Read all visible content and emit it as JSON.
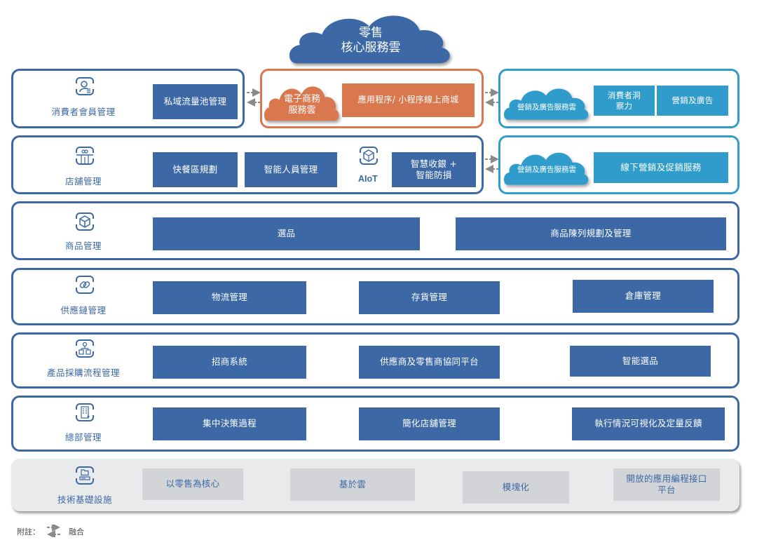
{
  "core_cloud": {
    "line1": "零售",
    "line2": "核心服務雲"
  },
  "rows": {
    "consumer": {
      "label": "消費者會員管理",
      "icon": "user-list-icon",
      "boxes": [
        "私域流量池管理"
      ]
    },
    "ecommerce": {
      "cloud_line1": "電子商務",
      "cloud_line2": "服務雲",
      "boxes": [
        "應用程序/ 小程序線上商城"
      ]
    },
    "marketing_top": {
      "cloud": "營銷及廣告服務雲",
      "boxes": [
        "消費者洞\n察力",
        "營銷及廣告"
      ],
      "box1_line1": "消費者洞",
      "box1_line2": "察力"
    },
    "store": {
      "label": "店舖管理",
      "icon": "storefront-icon",
      "boxes": [
        "快餐區規劃",
        "智能人員管理"
      ],
      "aiot_label": "AIoT",
      "aiot_icon": "iot-cube-icon",
      "smart_line1": "智慧收銀 +",
      "smart_line2": "智能防損"
    },
    "marketing_bottom": {
      "cloud": "營銷及廣告服務雲",
      "boxes": [
        "線下營銷及促銷服務"
      ]
    },
    "product": {
      "label": "商品管理",
      "icon": "cube-icon",
      "boxes": [
        "選品",
        "商品陳列規劃及管理"
      ]
    },
    "supply": {
      "label": "供應鏈管理",
      "icon": "link-icon",
      "boxes": [
        "物流管理",
        "存貨管理",
        "倉庫管理"
      ]
    },
    "procurement": {
      "label": "產品採購流程管理",
      "icon": "org-chart-icon",
      "boxes": [
        "招商系統",
        "供應商及零售商協同平台",
        "智能選品"
      ]
    },
    "hq": {
      "label": "總部管理",
      "icon": "building-icon",
      "boxes": [
        "集中決策過程",
        "簡化店舖管理",
        "執行情況可視化及定量反饋"
      ]
    },
    "infra": {
      "label": "技術基礎設施",
      "icon": "server-folder-icon",
      "boxes": [
        "以零售為核心",
        "基於雲",
        "模塊化"
      ],
      "api_line1": "開放的應用編程接口",
      "api_line2": "平台"
    }
  },
  "legend": {
    "prefix": "附註：",
    "icon": "bidirectional-dashed-arrows-icon",
    "label": "融合"
  },
  "colors": {
    "blue": "#3c68a5",
    "orange": "#d9774f",
    "cyan": "#2f9ccb",
    "gray": "#d3d4d8"
  }
}
